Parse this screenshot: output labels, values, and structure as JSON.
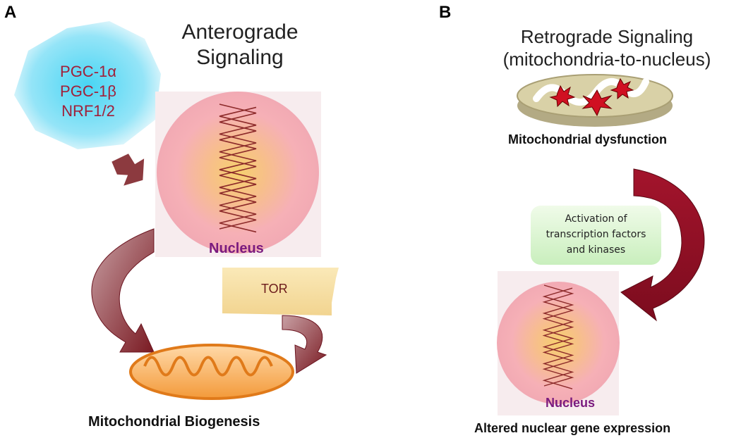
{
  "panel_a": {
    "label": "A",
    "title_line1": "Anterograde",
    "title_line2": "Signaling",
    "factors": [
      "PGC-1α",
      "PGC-1β",
      "NRF1/2"
    ],
    "nucleus_label": "Nucleus",
    "tor_label": "TOR",
    "caption": "Mitochondrial Biogenesis"
  },
  "panel_b": {
    "label": "B",
    "title_line1": "Retrograde Signaling",
    "title_line2": "(mitochondria-to-nucleus)",
    "dysfunction_caption": "Mitochondrial dysfunction",
    "activation_lines": [
      "Activation of",
      "transcription factors",
      "and kinases"
    ],
    "nucleus_label": "Nucleus",
    "caption": "Altered nuclear gene expression"
  }
}
